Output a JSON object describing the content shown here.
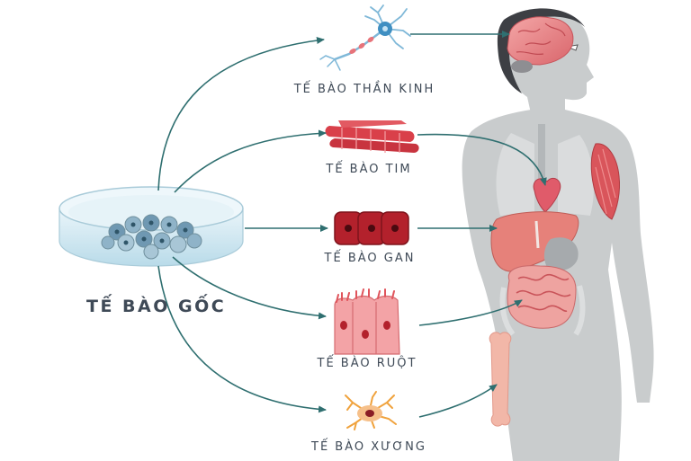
{
  "colors": {
    "arrow": "#2f6f70",
    "label": "#3f4a57",
    "body": "#c9cccd",
    "tissue_red": "#e0424a",
    "bone": "#f2b7a8"
  },
  "source": {
    "label": "TẾ BÀO GỐC",
    "icon": "petri-dish-icon"
  },
  "cell_types": [
    {
      "label": "TẾ BÀO THẦN KINH",
      "icon": "neuron-icon",
      "target": "brain-organ"
    },
    {
      "label": "TẾ BÀO TIM",
      "icon": "heart-muscle-fiber-icon",
      "target": "heart-organ"
    },
    {
      "label": "TẾ BÀO GAN",
      "icon": "liver-cell-icon",
      "target": "liver-organ"
    },
    {
      "label": "TẾ BÀO RUỘT",
      "icon": "intestine-cell-icon",
      "target": "intestine-organ"
    },
    {
      "label": "TẾ BÀO XƯƠNG",
      "icon": "bone-cell-icon",
      "target": "bone-organ"
    }
  ]
}
